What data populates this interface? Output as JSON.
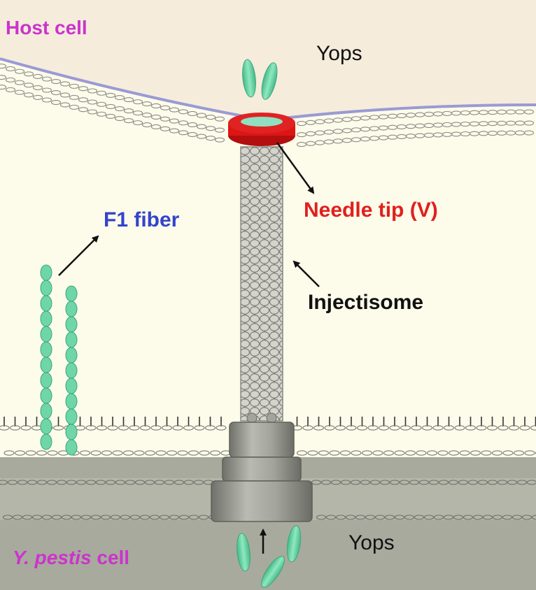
{
  "labels": {
    "host_cell": "Host cell",
    "yops_top": "Yops",
    "needle_tip": "Needle tip (V)",
    "f1_fiber": "F1 fiber",
    "injectisome": "Injectisome",
    "yops_bottom": "Yops",
    "ypestis_italic": "Y. pestis",
    "ypestis_rest": " cell"
  },
  "colors": {
    "host_label": "#cc33cc",
    "ypestis_label": "#cc33cc",
    "f1_label": "#3344cc",
    "needle_label": "#e0201e",
    "text_dark": "#111111",
    "host_cytoplasm": "#f5ecdc",
    "periplasm": "#fdfbea",
    "bacterial_cytoplasm": "#a8aa9e",
    "yop_fill": "#6ed6a8",
    "needle_tip_ring": "#dd1515",
    "injectisome_mesh": "#8a8a86",
    "basal_body": "#8c8e86",
    "host_membrane_edge": "#9a9ad4"
  },
  "icons": [
    "arrow-icon",
    "yop-protein-icon",
    "fiber-bead-icon"
  ]
}
